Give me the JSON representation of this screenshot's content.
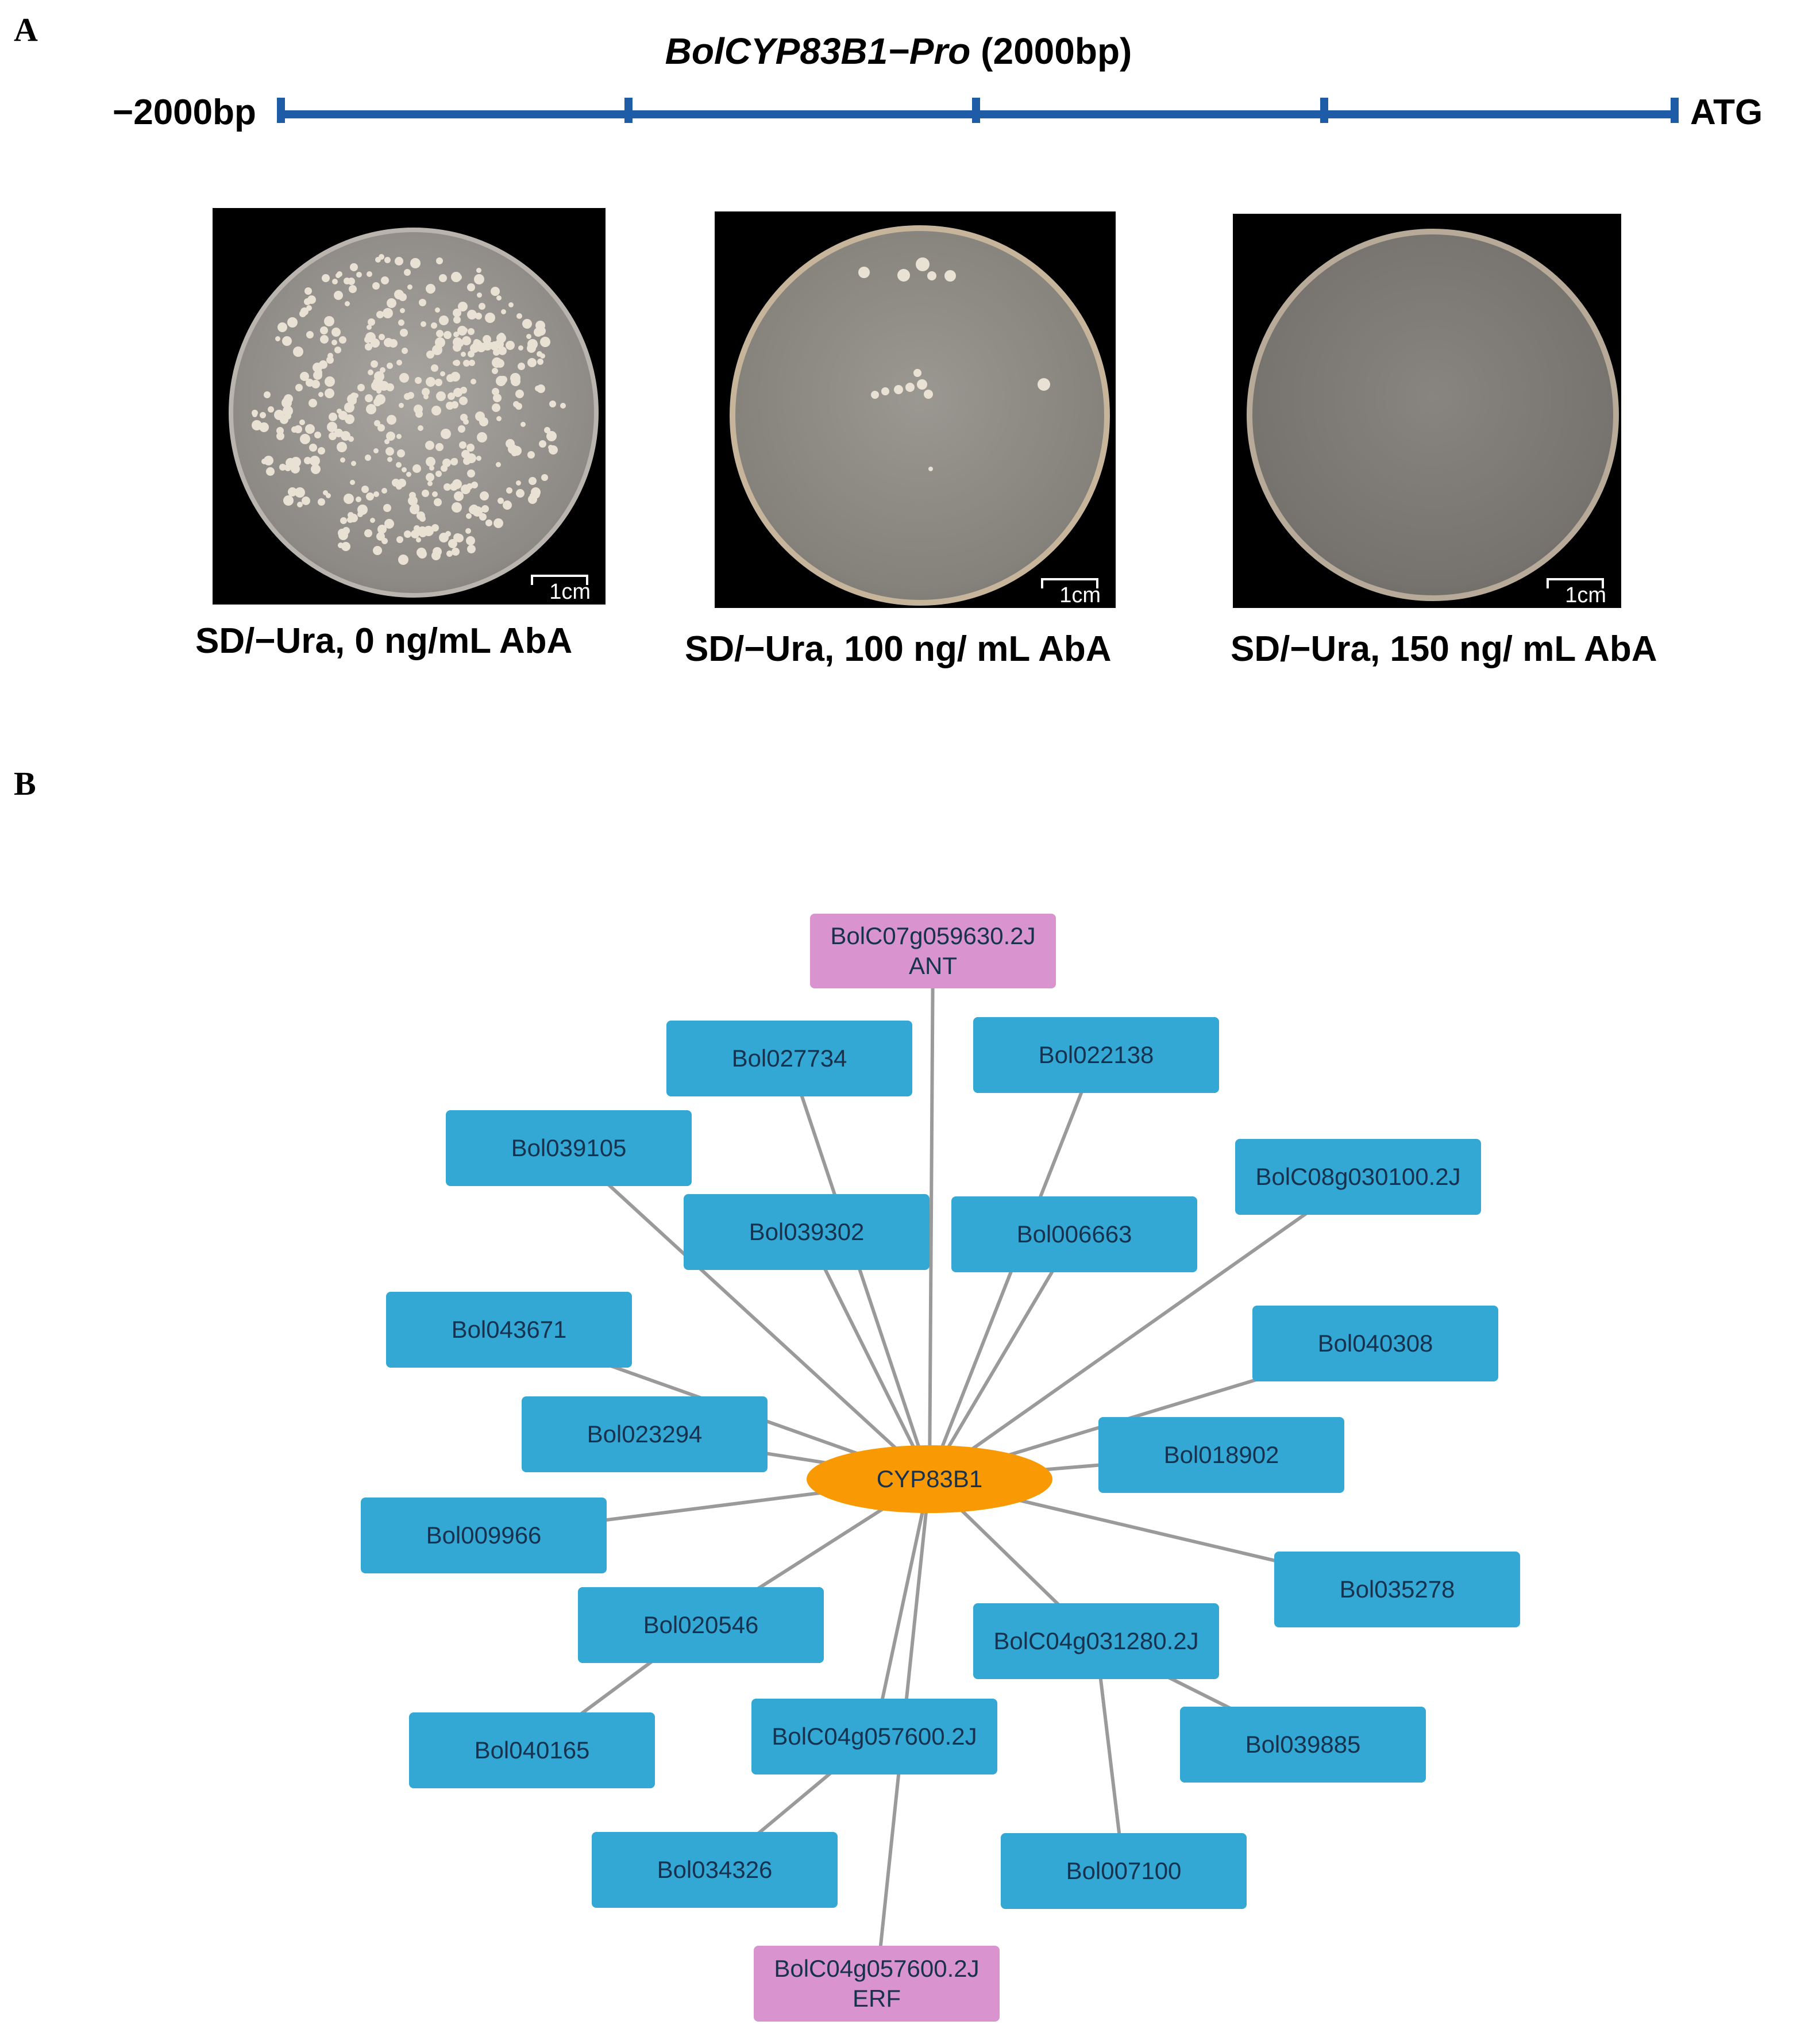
{
  "panels": {
    "a": "A",
    "b": "B"
  },
  "promoter": {
    "name": "BolCYP83B1−Pro",
    "length": " (2000bp)",
    "start_label": "−2000bp",
    "end_label": "ATG"
  },
  "plates": [
    {
      "caption": "SD/−Ura, 0 ng/mL AbA",
      "scale": "1cm",
      "colony_level": "many"
    },
    {
      "caption": "SD/−Ura, 100 ng/ mL AbA",
      "scale": "1cm",
      "colony_level": "few"
    },
    {
      "caption": "SD/−Ura, 150 ng/ mL AbA",
      "scale": "1cm",
      "colony_level": "none"
    }
  ],
  "network": {
    "center": {
      "label": "CYP83B1",
      "color": "#f99a05"
    },
    "node_color": "#33a8d4",
    "tf_color": "#d993cf",
    "edge_color": "#9a9a9a",
    "nodes": [
      {
        "id": "ant",
        "label": "BolC07g059630.2J\nANT",
        "kind": "tf"
      },
      {
        "id": "b027734",
        "label": "Bol027734",
        "kind": "gene"
      },
      {
        "id": "b022138",
        "label": "Bol022138",
        "kind": "gene"
      },
      {
        "id": "b039105",
        "label": "Bol039105",
        "kind": "gene"
      },
      {
        "id": "c08",
        "label": "BolC08g030100.2J",
        "kind": "gene"
      },
      {
        "id": "b039302",
        "label": "Bol039302",
        "kind": "gene"
      },
      {
        "id": "b006663",
        "label": "Bol006663",
        "kind": "gene"
      },
      {
        "id": "b043671",
        "label": "Bol043671",
        "kind": "gene"
      },
      {
        "id": "b040308",
        "label": "Bol040308",
        "kind": "gene"
      },
      {
        "id": "b023294",
        "label": "Bol023294",
        "kind": "gene"
      },
      {
        "id": "b018902",
        "label": "Bol018902",
        "kind": "gene"
      },
      {
        "id": "b009966",
        "label": "Bol009966",
        "kind": "gene"
      },
      {
        "id": "b035278",
        "label": "Bol035278",
        "kind": "gene"
      },
      {
        "id": "b020546",
        "label": "Bol020546",
        "kind": "gene"
      },
      {
        "id": "c04a",
        "label": "BolC04g031280.2J",
        "kind": "gene"
      },
      {
        "id": "b040165",
        "label": "Bol040165",
        "kind": "gene"
      },
      {
        "id": "c04b",
        "label": "BolC04g057600.2J",
        "kind": "gene"
      },
      {
        "id": "b039885",
        "label": "Bol039885",
        "kind": "gene"
      },
      {
        "id": "b034326",
        "label": "Bol034326",
        "kind": "gene"
      },
      {
        "id": "b007100",
        "label": "Bol007100",
        "kind": "gene"
      },
      {
        "id": "erf",
        "label": "BolC04g057600.2J ERF",
        "kind": "tf"
      }
    ],
    "edges": [
      [
        "center",
        "ant"
      ],
      [
        "center",
        "b027734"
      ],
      [
        "center",
        "b022138"
      ],
      [
        "center",
        "b039105"
      ],
      [
        "center",
        "c08"
      ],
      [
        "center",
        "b039302"
      ],
      [
        "center",
        "b006663"
      ],
      [
        "center",
        "b043671"
      ],
      [
        "center",
        "b040308"
      ],
      [
        "center",
        "b023294"
      ],
      [
        "center",
        "b018902"
      ],
      [
        "center",
        "b009966"
      ],
      [
        "center",
        "b035278"
      ],
      [
        "center",
        "b020546"
      ],
      [
        "center",
        "c04a"
      ],
      [
        "center",
        "c04b"
      ],
      [
        "center",
        "erf"
      ],
      [
        "b020546",
        "b040165"
      ],
      [
        "c04b",
        "b034326"
      ],
      [
        "c04a",
        "b039885"
      ],
      [
        "c04a",
        "b007100"
      ]
    ]
  }
}
